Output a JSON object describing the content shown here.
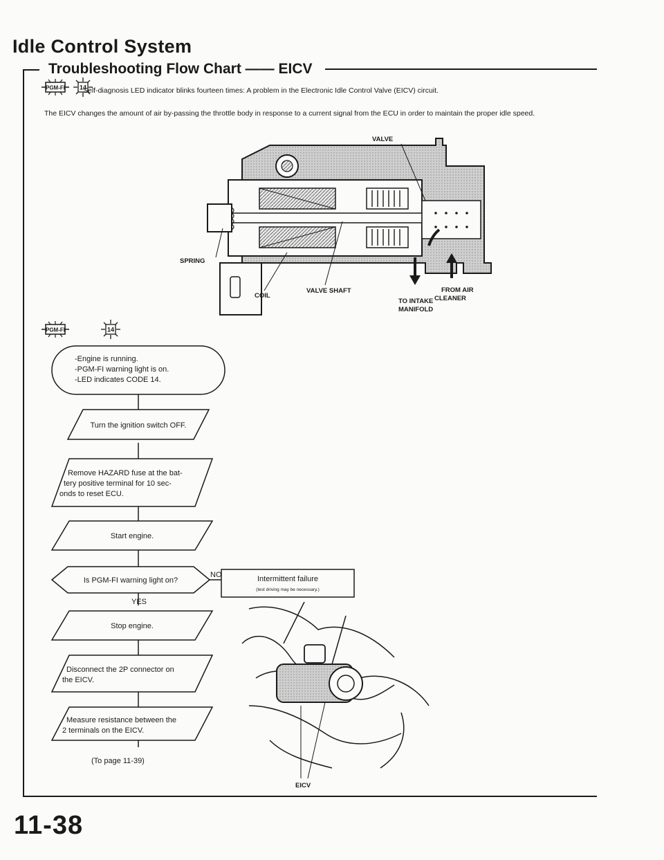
{
  "header": {
    "title": "Idle Control System",
    "subtitle": "Troubleshooting Flow Chart —— EICV"
  },
  "icons": {
    "pgm_fi_label": "PGM-FI",
    "led_code": "14"
  },
  "diagnosis_text": "Self-diagnosis LED indicator blinks fourteen times: A problem in the Electronic Idle Control Valve (EICV) circuit.",
  "intro_text": "The EICV changes the amount of air by-passing the throttle body in response to a current signal from the ECU in order to maintain the proper idle speed.",
  "valve_diagram": {
    "labels": {
      "valve": "VALVE",
      "spring": "SPRING",
      "coil": "COIL",
      "valve_shaft": "VALVE SHAFT",
      "to_intake_1": "TO INTAKE",
      "to_intake_2": "MANIFOLD",
      "from_air_1": "FROM AIR",
      "from_air_2": "CLEANER"
    }
  },
  "flowchart": {
    "start": [
      "-Engine is running.",
      "-PGM-FI warning light is on.",
      "-LED indicates CODE 14."
    ],
    "step1": "Turn the ignition switch OFF.",
    "step2": [
      "Remove HAZARD fuse at the bat-",
      "tery positive terminal for 10 sec-",
      "onds to reset ECU."
    ],
    "step3": "Start engine.",
    "decision": "Is PGM-FI warning light on?",
    "no_label": "NO",
    "yes_label": "YES",
    "no_result_1": "Intermittent failure",
    "no_result_2": "(test driving may be necessary.)",
    "step4": "Stop engine.",
    "step5": [
      "Disconnect the 2P connector on",
      "the EICV."
    ],
    "step6": [
      "Measure resistance between the",
      "2 terminals on the EICV."
    ],
    "continue": "(To page 11-39)"
  },
  "engine_illustration": {
    "label": "EICV"
  },
  "footer": {
    "page_number": "11-38"
  }
}
